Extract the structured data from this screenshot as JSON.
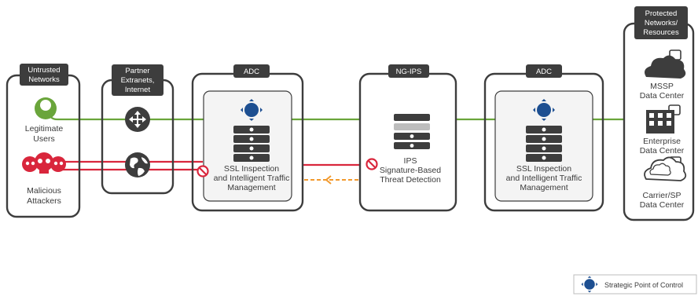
{
  "colors": {
    "box_stroke": "#3d3d3d",
    "header_fill": "#3d3d3d",
    "legit_line": "#6aa53b",
    "malicious_line": "#d9263c",
    "return_dashed": "#f29a2e",
    "control_point": "#1d4f91",
    "icon_dark": "#3d3d3d"
  },
  "zones": {
    "untrusted": {
      "header": [
        "Untrusted",
        "Networks"
      ]
    },
    "partner": {
      "header": [
        "Partner",
        "Extranets,",
        "Internet"
      ]
    },
    "protected": {
      "header": [
        "Protected",
        "Networks/",
        "Resources"
      ]
    }
  },
  "untrusted_items": {
    "legitimate": [
      "Legitimate",
      "Users"
    ],
    "malicious": [
      "Malicious",
      "Attackers"
    ]
  },
  "adc_left": {
    "header": "ADC",
    "label": [
      "SSL Inspection",
      "and Intelligent Traffic",
      "Management"
    ]
  },
  "ngips": {
    "header": "NG-IPS",
    "label": [
      "IPS",
      "Signature-Based",
      "Threat Detection"
    ]
  },
  "adc_right": {
    "header": "ADC",
    "label": [
      "SSL Inspection",
      "and Intelligent Traffic",
      "Management"
    ]
  },
  "destinations": [
    {
      "label": [
        "MSSP",
        "Data Center"
      ],
      "icon": "cloud-icon"
    },
    {
      "label": [
        "Enterprise",
        "Data Center"
      ],
      "icon": "building-icon"
    },
    {
      "label": [
        "Carrier/SP",
        "Data Center"
      ],
      "icon": "cloud-outline-icon"
    }
  ],
  "legend": {
    "label": "Strategic Point of Control"
  }
}
